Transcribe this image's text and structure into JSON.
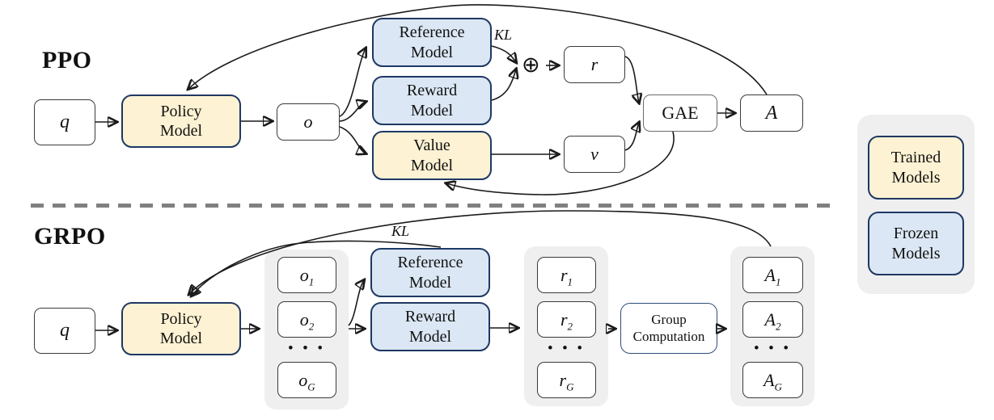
{
  "ppo": {
    "title": "PPO",
    "q": "q",
    "policy": "Policy Model",
    "o": "o",
    "reference": "Reference Model",
    "reward": "Reward Model",
    "value": "Value Model",
    "kl": "KL",
    "oplus": "⊕",
    "r": "r",
    "v": "v",
    "gae": "GAE",
    "a": "A"
  },
  "grpo": {
    "title": "GRPO",
    "q": "q",
    "policy": "Policy Model",
    "kl": "KL",
    "reference": "Reference Model",
    "reward": "Reward Model",
    "group_computation": "Group Computation",
    "ellipsis": "• • •",
    "outputs": [
      {
        "base": "o",
        "sub": "1"
      },
      {
        "base": "o",
        "sub": "2"
      },
      {
        "base": "o",
        "sub": "G"
      }
    ],
    "rewards": [
      {
        "base": "r",
        "sub": "1"
      },
      {
        "base": "r",
        "sub": "2"
      },
      {
        "base": "r",
        "sub": "G"
      }
    ],
    "advantages": [
      {
        "base": "A",
        "sub": "1"
      },
      {
        "base": "A",
        "sub": "2"
      },
      {
        "base": "A",
        "sub": "G"
      }
    ]
  },
  "legend": {
    "trained": "Trained Models",
    "frozen": "Frozen Models"
  },
  "colors": {
    "trained_fill": "#fdf2d3",
    "frozen_fill": "#dbe7f4",
    "model_border": "#1f3864",
    "group_bg": "#efefef",
    "divider": "#808080",
    "arrow": "#1a1a1a"
  }
}
